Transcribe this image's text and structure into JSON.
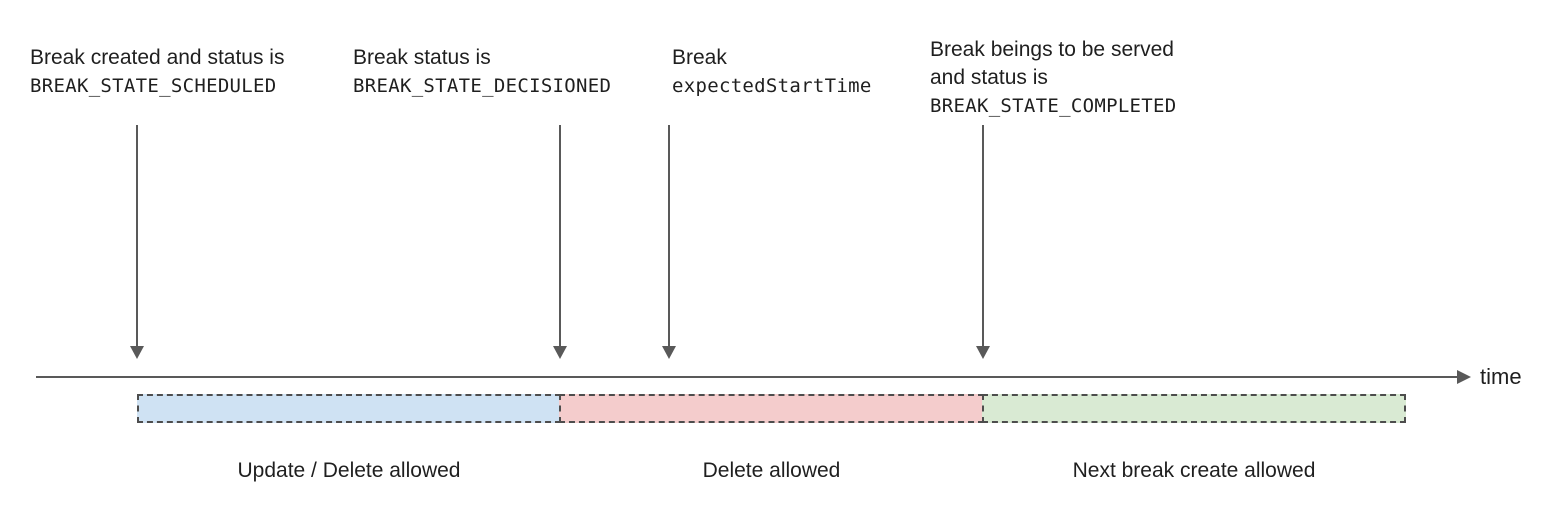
{
  "colors": {
    "segment_blue": "#cfe2f3",
    "segment_red": "#f4cccc",
    "segment_green": "#d9ead3",
    "line_gray": "#595959",
    "dash_border": "#4d4d4d",
    "text": "#1f1f1f"
  },
  "annotations": [
    {
      "lines": [
        "Break created and status is"
      ],
      "code": "BREAK_STATE_SCHEDULED"
    },
    {
      "lines": [
        "Break status is"
      ],
      "code": "BREAK_STATE_DECISIONED"
    },
    {
      "lines": [
        "Break"
      ],
      "code": "expectedStartTime"
    },
    {
      "lines": [
        "Break beings to be served",
        "and status is"
      ],
      "code": "BREAK_STATE_COMPLETED"
    }
  ],
  "timeline": {
    "axis_label": "time"
  },
  "segments": [
    {
      "label": "Update / Delete allowed",
      "color": "#cfe2f3"
    },
    {
      "label": "Delete allowed",
      "color": "#f4cccc"
    },
    {
      "label": "Next break create allowed",
      "color": "#d9ead3"
    }
  ]
}
